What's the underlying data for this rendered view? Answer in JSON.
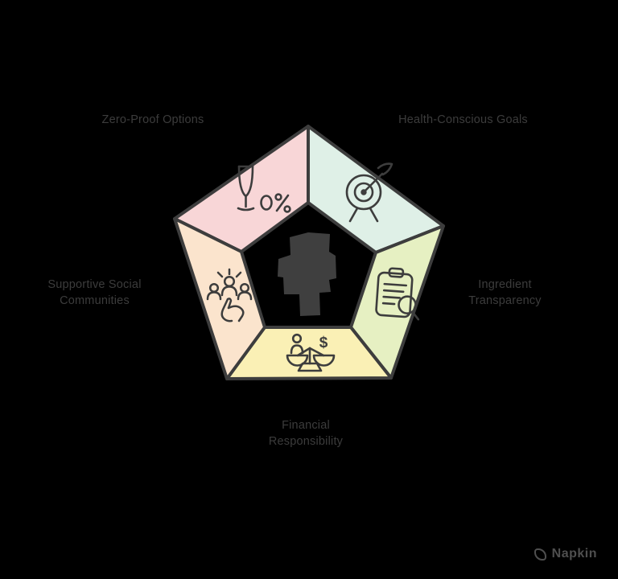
{
  "diagram": {
    "type": "pentagon-cycle",
    "background_color": "#000000",
    "outline_color": "#3d3d3d",
    "center_icon": "person-silhouette",
    "center_color": "#3f3f3f",
    "segments": [
      {
        "position": "top-left",
        "color": "#f8d6d7",
        "icon": "champagne-flute-zero-percent-icon",
        "label_line1": "Zero-Proof Options",
        "label_line2": ""
      },
      {
        "position": "top-right",
        "color": "#dff0e7",
        "icon": "dartboard-target-icon",
        "label_line1": "Health-Conscious Goals",
        "label_line2": ""
      },
      {
        "position": "right",
        "color": "#e6f0c2",
        "icon": "clipboard-magnifier-icon",
        "label_line1": "Ingredient",
        "label_line2": "Transparency"
      },
      {
        "position": "bottom",
        "color": "#faf0b5",
        "icon": "balance-scale-person-dollar-icon",
        "label_line1": "Financial",
        "label_line2": "Responsibility"
      },
      {
        "position": "left",
        "color": "#fbe4cd",
        "icon": "people-selection-hand-icon",
        "label_line1": "Supportive Social",
        "label_line2": "Communities"
      }
    ],
    "glyphs": {
      "dollar": "$"
    },
    "watermark": {
      "label": "Napkin"
    }
  }
}
